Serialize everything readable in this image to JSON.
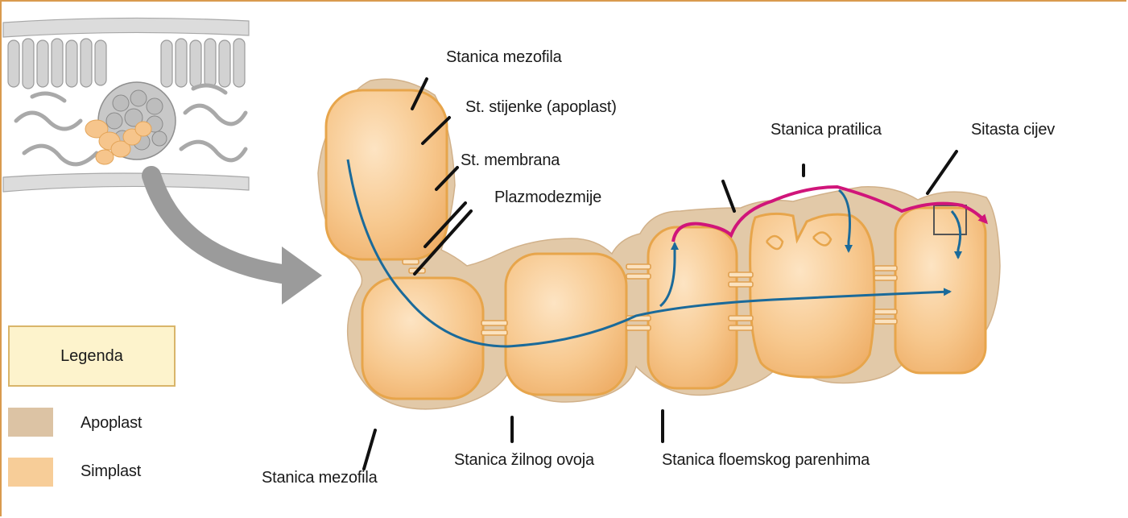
{
  "labels": {
    "mesophyll_top": "Stanica mezofila",
    "cell_wall": "St. stijenke (apoplast)",
    "membrane": "St. membrana",
    "plasmodesmata": "Plazmodezmije",
    "companion_cell": "Stanica pratilica",
    "sieve_tube": "Sitasta cijev",
    "mesophyll_bottom": "Stanica mezofila",
    "bundle_sheath": "Stanica žilnog ovoja",
    "phloem_parenchyma": "Stanica floemskog parenhima"
  },
  "legend": {
    "title": "Legenda",
    "items": [
      {
        "label": "Apoplast",
        "color": "#dcc3a4"
      },
      {
        "label": "Simplast",
        "color": "#f7cd98"
      }
    ]
  },
  "colors": {
    "frame": "#d99a4e",
    "apoplast": "#e2c9a8",
    "symplast": "#f6c58c",
    "membrane": "#e7a54b",
    "symplast_flow": "#1a6a9a",
    "apoplast_flow": "#d0157a",
    "arrow_grey": "#9b9b9b"
  }
}
